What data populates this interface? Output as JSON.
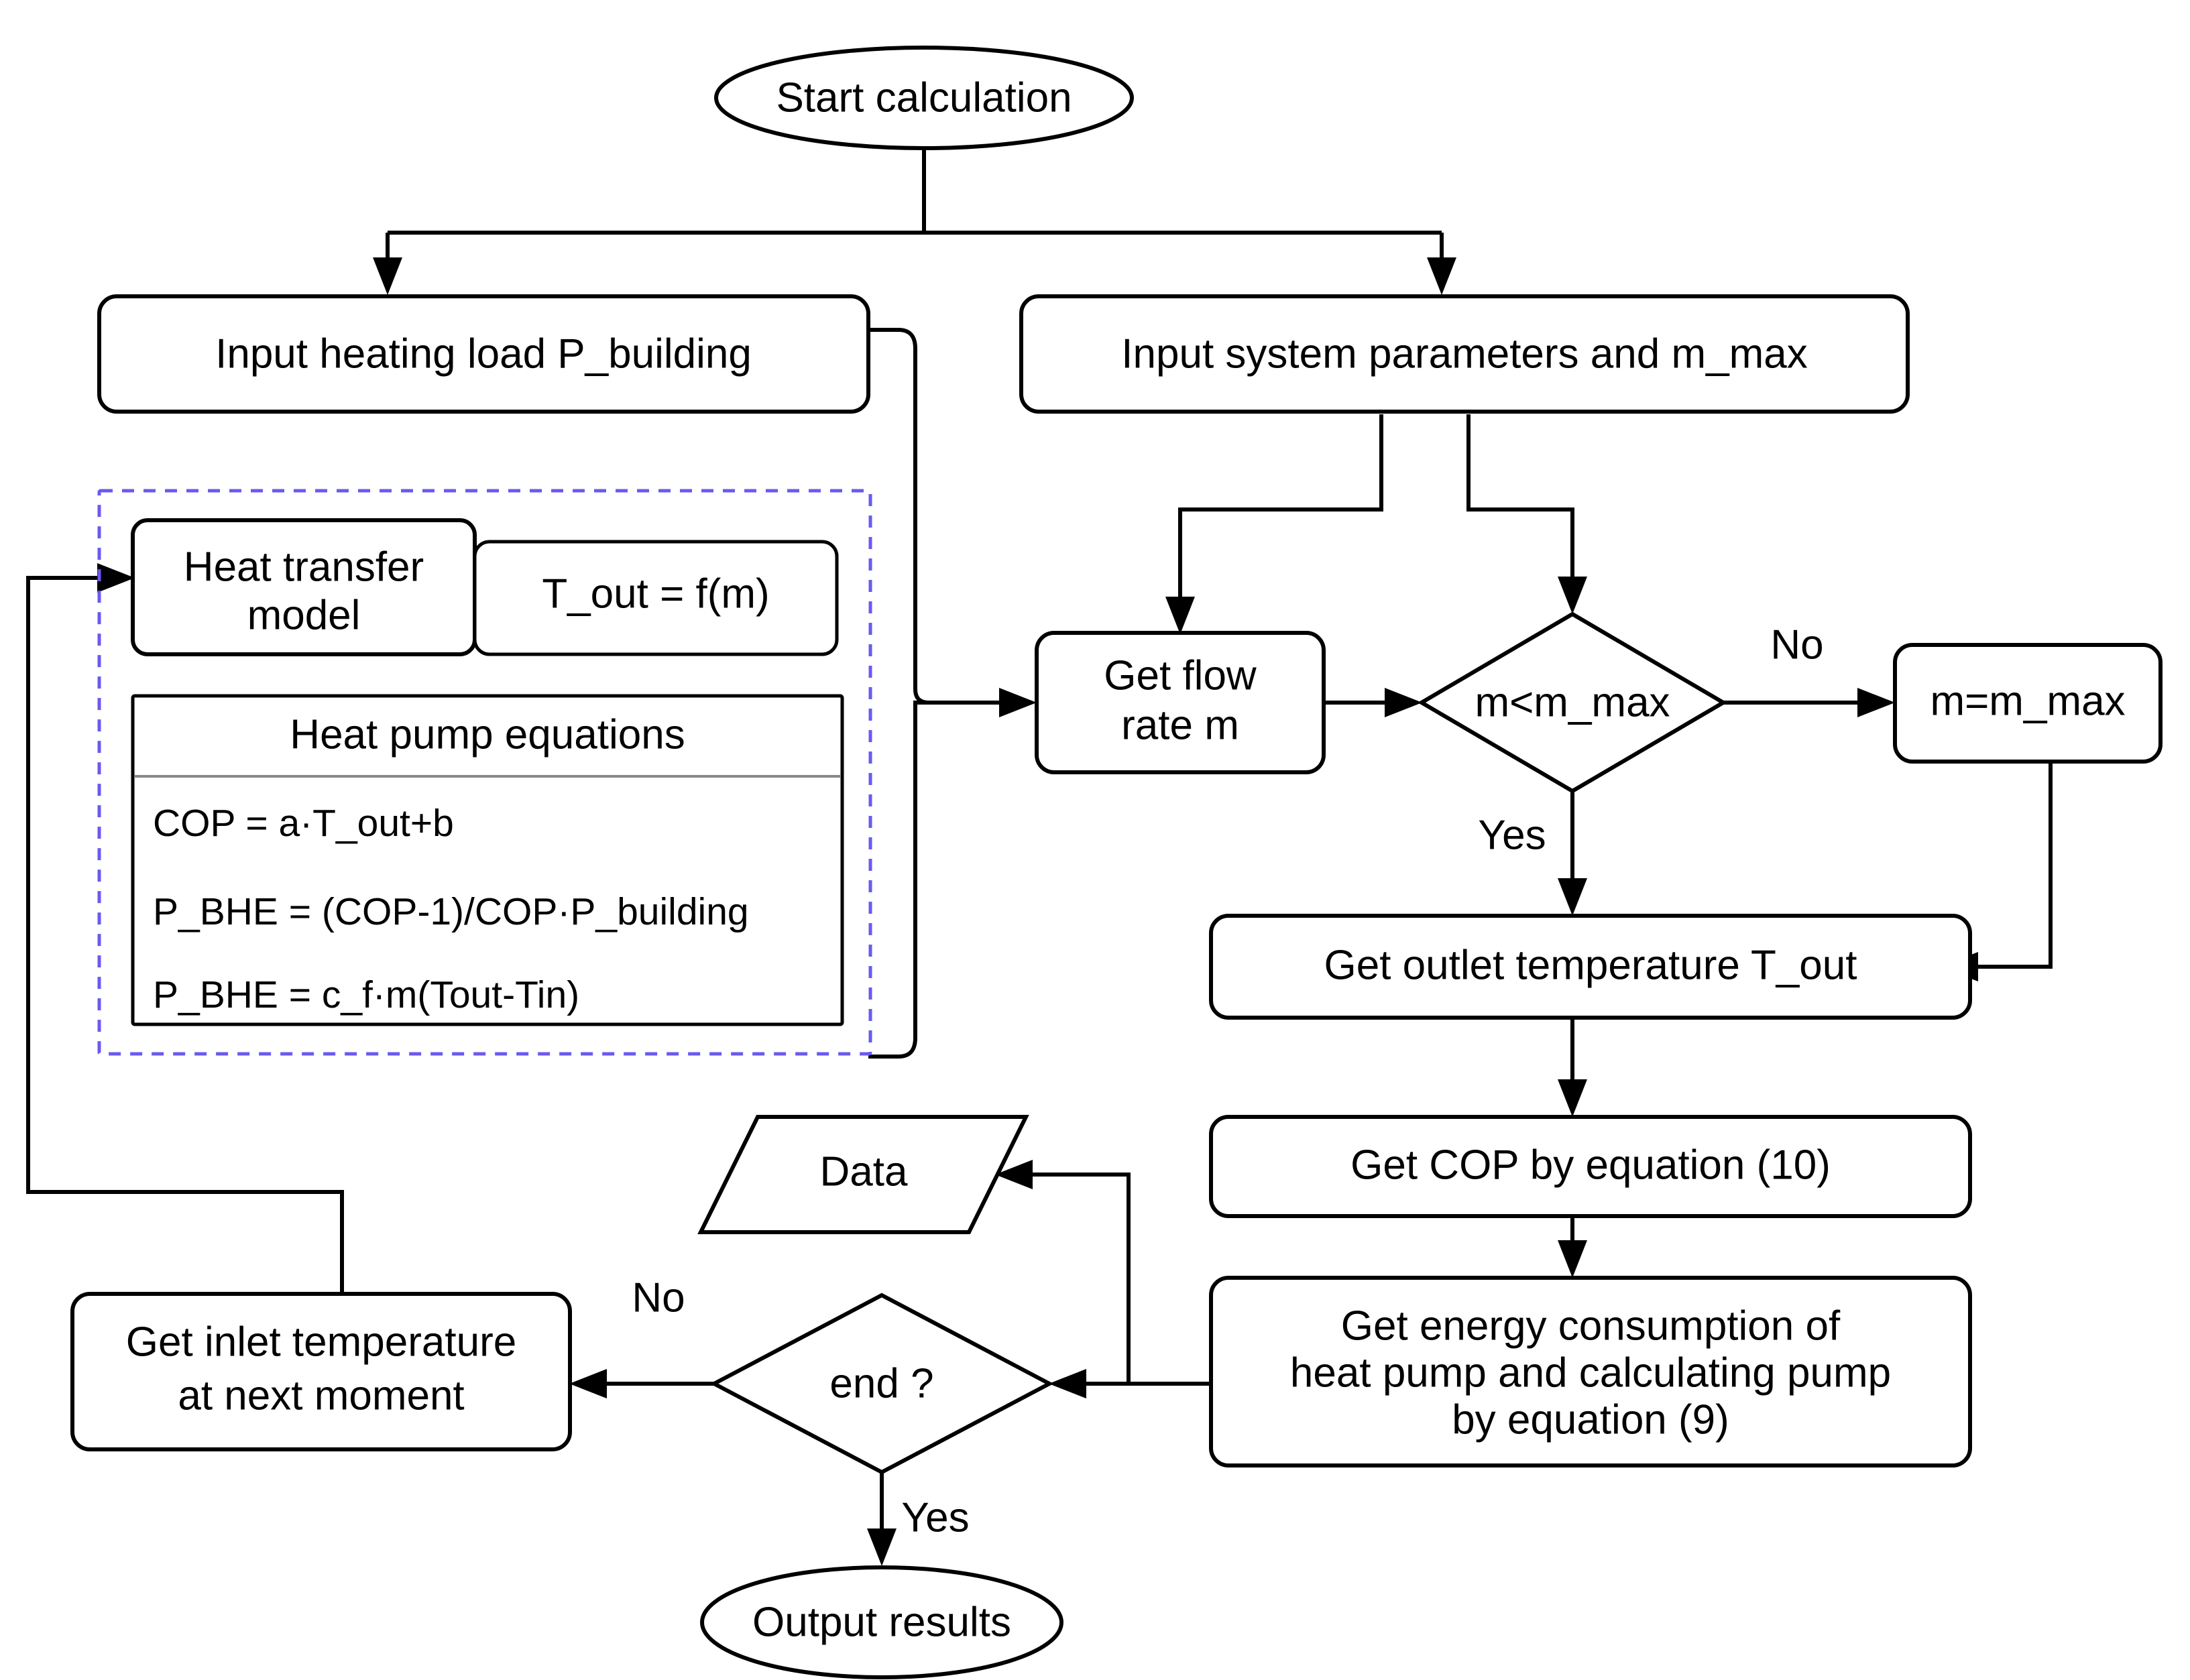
{
  "diagram": {
    "title": "Heat pump / borehole heat exchanger calculation flowchart",
    "accent_dashed_color": "#6a5af0",
    "line_color": "#000000",
    "background": "#ffffff"
  },
  "nodes": {
    "start": {
      "label": "Start calculation",
      "shape": "ellipse"
    },
    "input_heating_load": {
      "label": "Input heating load P_building",
      "shape": "rounded-rect"
    },
    "input_system_params": {
      "label": "Input system parameters and m_max",
      "shape": "rounded-rect"
    },
    "heat_transfer_model": {
      "line1": "Heat transfer",
      "line2": "model",
      "shape": "rounded-rect"
    },
    "t_out_function": {
      "label": "T_out = f(m)",
      "shape": "rounded-rect"
    },
    "heat_pump_equations": {
      "title": "Heat pump equations",
      "equations": [
        "COP = a·T_out+b",
        "P_BHE = (COP-1)/COP·P_building",
        "P_BHE = c_f·m(Tout-Tin)"
      ],
      "shape": "rect"
    },
    "get_flow_rate": {
      "line1": "Get flow",
      "line2": "rate m",
      "shape": "rounded-rect"
    },
    "decision_m": {
      "label": "m<m_max",
      "shape": "diamond"
    },
    "m_equals_max": {
      "label": "m=m_max",
      "shape": "rounded-rect"
    },
    "get_outlet_temp": {
      "label": "Get outlet temperature T_out",
      "shape": "rounded-rect"
    },
    "get_cop": {
      "label": "Get COP by equation (10)",
      "shape": "rounded-rect"
    },
    "get_energy": {
      "line1": "Get energy consumption of",
      "line2": "heat pump and calculating pump",
      "line3": "by equation (9)",
      "shape": "rounded-rect"
    },
    "data_store": {
      "label": "Data",
      "shape": "parallelogram"
    },
    "decision_end": {
      "label": "end ?",
      "shape": "diamond"
    },
    "get_inlet_temp": {
      "line1": "Get inlet temperature",
      "line2": "at next moment",
      "shape": "rounded-rect"
    },
    "output_results": {
      "label": "Output results",
      "shape": "ellipse"
    }
  },
  "edge_labels": {
    "decision_m_no": "No",
    "decision_m_yes": "Yes",
    "decision_end_no": "No",
    "decision_end_yes": "Yes"
  }
}
